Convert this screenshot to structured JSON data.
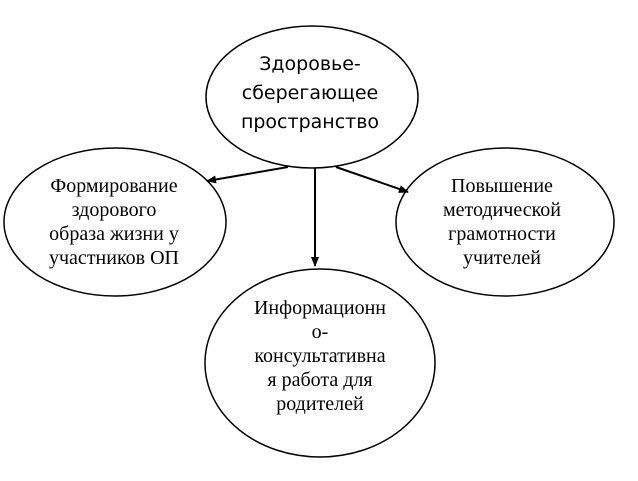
{
  "nodes": {
    "center": {
      "label": "Здоровье-\nсберегающее\nпространство"
    },
    "left": {
      "label": "Формирование\nздорового\nобраза жизни у\nучастников ОП"
    },
    "right": {
      "label": "Повышение\nметодической\nграмотности\nучителей"
    },
    "bottom": {
      "label": "Информационн\nо-\nконсультативна\nя работа для\nродителей"
    }
  },
  "edges": [
    {
      "from": "center",
      "to": "left"
    },
    {
      "from": "center",
      "to": "bottom"
    },
    {
      "from": "center",
      "to": "right"
    }
  ],
  "colors": {
    "stroke": "#000000",
    "background": "#ffffff"
  }
}
